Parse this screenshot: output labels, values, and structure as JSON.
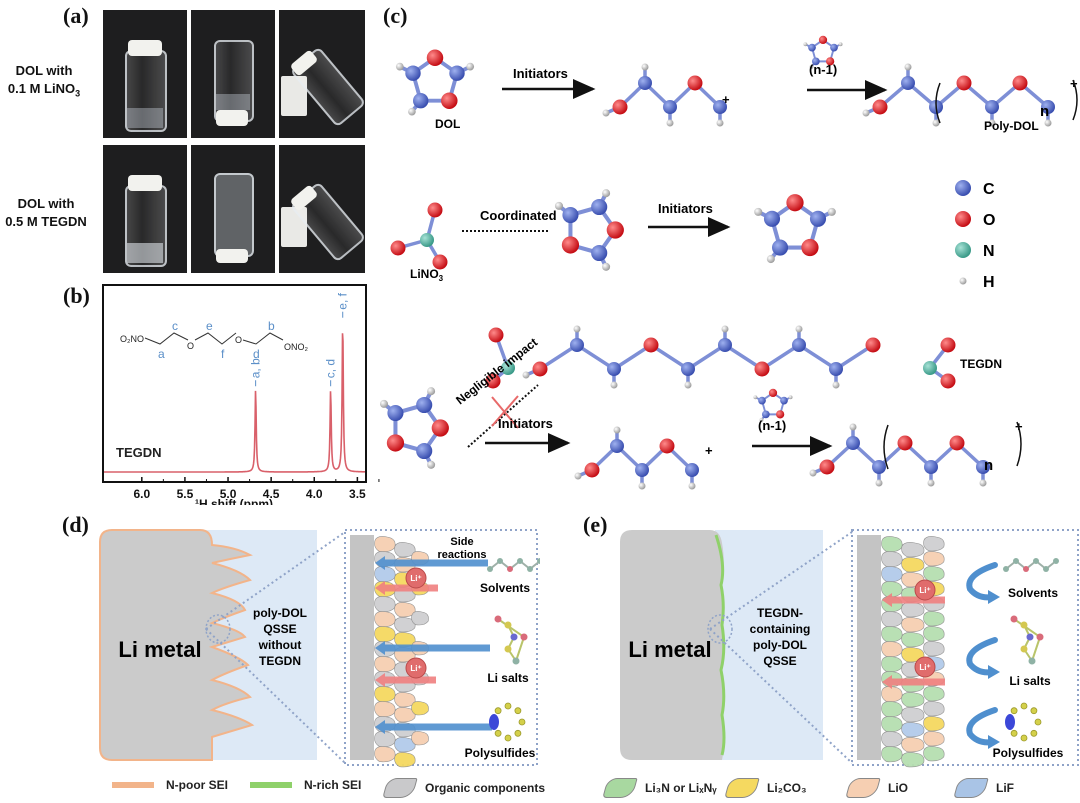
{
  "panels": {
    "a": {
      "label": "(a)",
      "rows": [
        {
          "line1": "DOL with",
          "line2": "0.1 M LiNO",
          "sub": "3"
        },
        {
          "line1": "DOL with",
          "line2": "0.5 M TEGDN",
          "sub": ""
        }
      ]
    },
    "b": {
      "label": "(b)",
      "sample": "TEGDN",
      "structure": {
        "left_group": "O₂NO",
        "right_group": "ONO₂",
        "o": "O",
        "letters": [
          "a",
          "c",
          "e",
          "f",
          "d",
          "b"
        ]
      },
      "peak_labels": [
        "a, b",
        "c, d",
        "e, f"
      ]
    },
    "c": {
      "label": "(c)",
      "row1": {
        "reactant": "DOL",
        "arrow1": "Initiators",
        "arrow2": "(n-1)",
        "product": "Poly-DOL",
        "n": "n",
        "plus": "+"
      },
      "row2": {
        "salt": "LiNO",
        "salt_sub": "3",
        "link": "Coordinated",
        "arrow": "Initiators"
      },
      "legend": [
        {
          "symbol": "C",
          "color": "#4a62c4"
        },
        {
          "symbol": "O",
          "color": "#e0141c"
        },
        {
          "symbol": "N",
          "color": "#4fb3a2"
        },
        {
          "symbol": "H",
          "color": "#bdbdbd"
        }
      ],
      "row3": {
        "additive": "TEGDN",
        "link": "Negligible impact",
        "arrow1": "Initiators",
        "arrow2": "(n-1)",
        "n": "n",
        "plus": "+"
      }
    },
    "d": {
      "label": "(d)",
      "metal": "Li metal",
      "electrolyte": [
        "poly-DOL",
        "QSSE",
        "without",
        "TEGDN"
      ],
      "side": [
        "Side",
        "reactions"
      ],
      "species": [
        "Solvents",
        "Li salts",
        "Polysulfides"
      ],
      "ion": "Li⁺"
    },
    "e": {
      "label": "(e)",
      "metal": "Li metal",
      "electrolyte": [
        "TEGDN-",
        "containing",
        "poly-DOL",
        "QSSE"
      ],
      "species": [
        "Solvents",
        "Li salts",
        "Polysulfides"
      ],
      "ion": "Li⁺"
    }
  },
  "chart_data": {
    "type": "line",
    "title": "",
    "xlabel": "¹H shift (ppm)",
    "ylabel": "",
    "xlim": [
      6.45,
      3.4
    ],
    "x_ticks": [
      "6.0",
      "5.5",
      "5.0",
      "4.5",
      "4.0",
      "3.5"
    ],
    "x_tick_values": [
      6.0,
      5.5,
      5.0,
      4.5,
      4.0,
      3.5
    ],
    "series": [
      {
        "name": "TEGDN",
        "color": "#d9606a",
        "peaks": [
          {
            "shift": 4.68,
            "rel_intensity": 0.55,
            "label": "a, b"
          },
          {
            "shift": 3.81,
            "rel_intensity": 0.55,
            "label": "c, d"
          },
          {
            "shift": 3.67,
            "rel_intensity": 1.0,
            "label": "e, f"
          }
        ]
      }
    ],
    "legend": []
  },
  "legend": [
    {
      "label": "N-poor SEI",
      "type": "bar",
      "color": "#f2b48a"
    },
    {
      "label": "N-rich SEI",
      "type": "bar",
      "color": "#8fd16a"
    },
    {
      "label": "Organic components",
      "type": "blob",
      "color": "#c9c9cb"
    },
    {
      "label": "Li₃N or LiₓNᵧ",
      "type": "blob",
      "color": "#a8d8a0"
    },
    {
      "label": "Li₂CO₃",
      "type": "blob",
      "color": "#f5d960"
    },
    {
      "label": "LiO",
      "type": "blob",
      "color": "#f6cfb2"
    },
    {
      "label": "LiF",
      "type": "blob",
      "color": "#a9c4e6"
    }
  ]
}
